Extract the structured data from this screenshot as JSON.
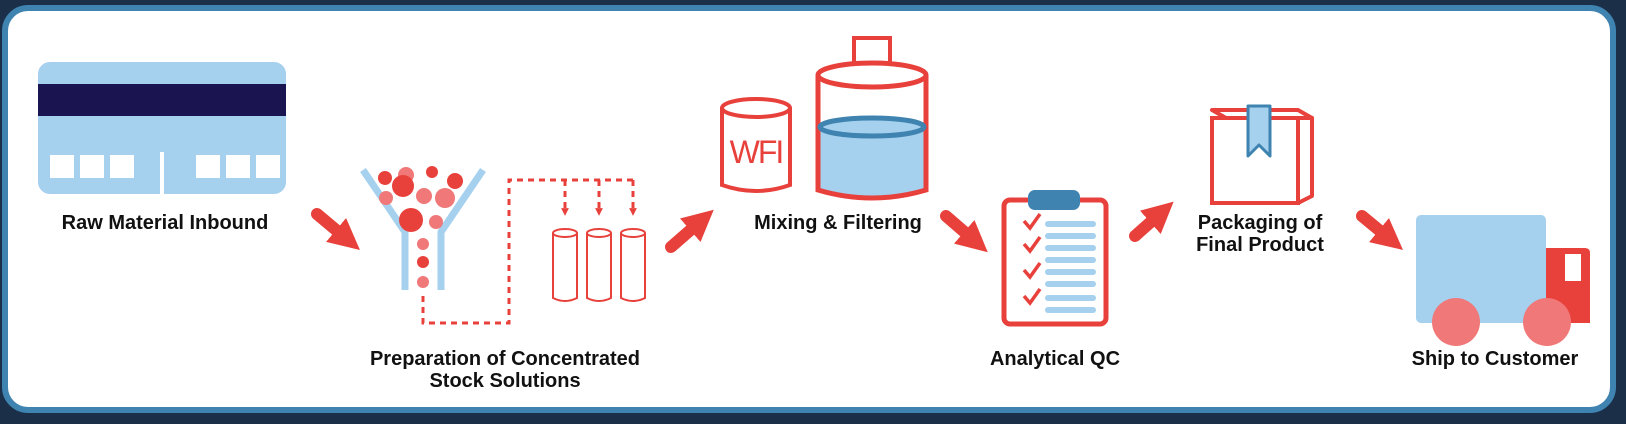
{
  "steps": {
    "raw_material": "Raw Material Inbound",
    "stock_solutions": "Preparation of Concentrated\nStock Solutions",
    "mixing": "Mixing & Filtering",
    "qc": "Analytical QC",
    "packaging": "Packaging of\nFinal Product",
    "ship": "Ship to Customer"
  },
  "tank_label": "WFI",
  "colors": {
    "frame": "#3f83b0",
    "light_blue": "#a5d0ee",
    "navy": "#1a1550",
    "red": "#e8413c",
    "pink": "#f07878",
    "text": "#111111"
  },
  "icons": [
    "warehouse-icon",
    "funnel-icon",
    "tubes-icon",
    "wfi-tank-icon",
    "mixing-tank-icon",
    "clipboard-checklist-icon",
    "package-box-icon",
    "delivery-truck-icon",
    "arrow-icon"
  ]
}
